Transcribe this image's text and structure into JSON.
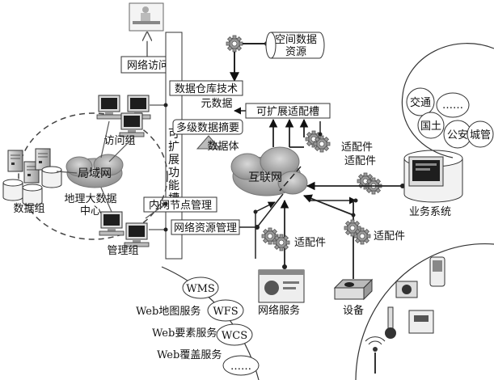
{
  "labels": {
    "network_access": "网络访问",
    "spatial_data_resource_line1": "空间数据",
    "spatial_data_resource_line2": "资源",
    "dw_tech": "数据仓库技术",
    "metadata": "元数据",
    "multilevel_summary": "多级数据摘要",
    "data_body": "数据体",
    "scalable_slot": "可扩展适配槽",
    "vertical_slot": [
      "可",
      "扩",
      "展",
      "功",
      "能",
      "槽"
    ],
    "intranet_mgmt": "内网节点管理",
    "network_resource_mgmt": "网络资源管理",
    "lan": "局域网",
    "access_group": "访问组",
    "geo_bigdata_center_line1": "地理大数据",
    "geo_bigdata_center_line2": "中心",
    "data_group": "数据组",
    "mgmt_group": "管理组",
    "internet": "互联网",
    "adapter_1": "适配件",
    "adapter_2": "适配件",
    "adapter_3": "适配件",
    "adapter_4": "适配件",
    "business_system": "业务系统",
    "domains": [
      "交通",
      "……",
      "国土",
      "公安",
      "城管"
    ],
    "network_service": "网络服务",
    "device": "设备",
    "wms": "WMS",
    "wfs": "WFS",
    "wcs": "WCS",
    "dots": "……",
    "web_map_service": "Web地图服务",
    "web_feature_service": "Web要素服务",
    "web_coverage_service": "Web覆盖服务"
  },
  "colors": {
    "stroke": "#222222",
    "cloud": "#a9a9a9",
    "monitor_screen": "#1e1e1e",
    "gear": "#8c8c8c"
  }
}
